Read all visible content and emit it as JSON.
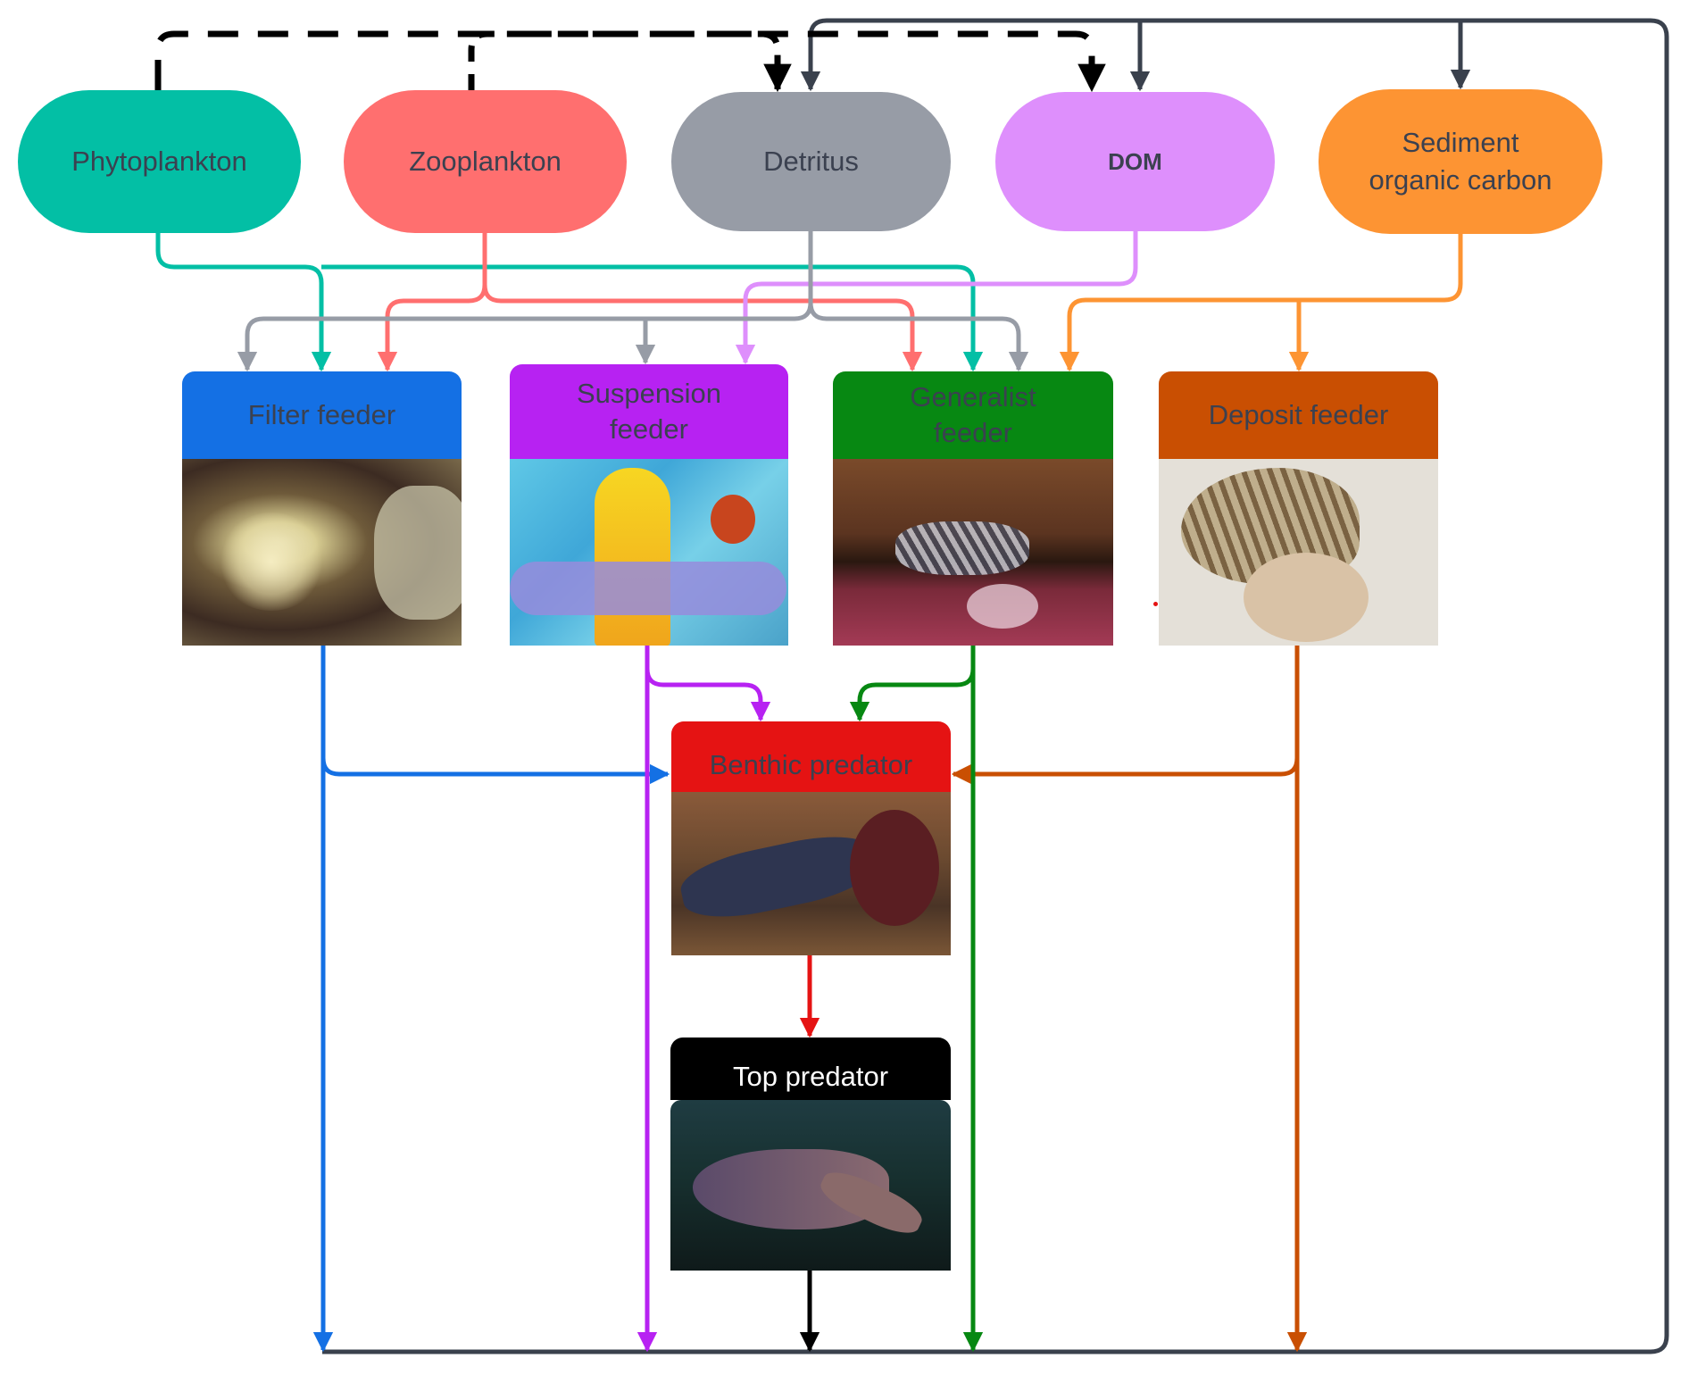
{
  "title": "Benthic food web diagram",
  "colors": {
    "phytoplankton": "#03bfa5",
    "zooplankton": "#ff6f6f",
    "detritus": "#979ca6",
    "dom": "#de8ffc",
    "sediment": "#fd9433",
    "filter": "#1470e4",
    "suspension": "#b722f2",
    "generalist": "#078812",
    "deposit": "#c94f02",
    "benthic": "#e51313",
    "top": "#000000",
    "recycle": "#3a414d",
    "label_text": "#3b4150"
  },
  "pools": [
    {
      "id": "phytoplankton",
      "label": "Phytoplankton"
    },
    {
      "id": "zooplankton",
      "label": "Zooplankton"
    },
    {
      "id": "detritus",
      "label": "Detritus"
    },
    {
      "id": "dom",
      "label": "DOM"
    },
    {
      "id": "sediment",
      "label": "Sediment\norganic carbon"
    }
  ],
  "consumers": [
    {
      "id": "filter",
      "label": "Filter feeder",
      "photo": "tube worm (fan worm)"
    },
    {
      "id": "suspension",
      "label": "Suspension\nfeeder",
      "photo": "yellow tube sponge"
    },
    {
      "id": "generalist",
      "label": "Generalist\nfeeder",
      "photo": "striped shrimp"
    },
    {
      "id": "deposit",
      "label": "Deposit feeder",
      "photo": "sea snail"
    },
    {
      "id": "benthic",
      "label": "Benthic predator",
      "photo": "spiny lobster"
    },
    {
      "id": "top",
      "label": "Top predator",
      "photo": "cuttlefish"
    }
  ],
  "flows": [
    {
      "from": "phytoplankton",
      "to": "filter"
    },
    {
      "from": "phytoplankton",
      "to": "generalist"
    },
    {
      "from": "zooplankton",
      "to": "filter"
    },
    {
      "from": "zooplankton",
      "to": "generalist"
    },
    {
      "from": "detritus",
      "to": "filter"
    },
    {
      "from": "detritus",
      "to": "suspension"
    },
    {
      "from": "detritus",
      "to": "generalist"
    },
    {
      "from": "dom",
      "to": "suspension"
    },
    {
      "from": "sediment",
      "to": "generalist"
    },
    {
      "from": "sediment",
      "to": "deposit"
    },
    {
      "from": "filter",
      "to": "benthic"
    },
    {
      "from": "suspension",
      "to": "benthic"
    },
    {
      "from": "generalist",
      "to": "benthic"
    },
    {
      "from": "deposit",
      "to": "benthic"
    },
    {
      "from": "benthic",
      "to": "top"
    },
    {
      "from": "filter",
      "to": "recycle"
    },
    {
      "from": "suspension",
      "to": "recycle"
    },
    {
      "from": "top",
      "to": "recycle"
    },
    {
      "from": "generalist",
      "to": "recycle"
    },
    {
      "from": "deposit",
      "to": "recycle"
    },
    {
      "from": "recycle",
      "to": "detritus"
    },
    {
      "from": "recycle",
      "to": "dom"
    },
    {
      "from": "recycle",
      "to": "sediment"
    },
    {
      "from": "phytoplankton",
      "to": "detritus",
      "style": "dashed"
    },
    {
      "from": "phytoplankton",
      "to": "dom",
      "style": "dashed"
    },
    {
      "from": "zooplankton",
      "to": "detritus",
      "style": "dashed"
    },
    {
      "from": "zooplankton",
      "to": "dom",
      "style": "dashed"
    }
  ]
}
